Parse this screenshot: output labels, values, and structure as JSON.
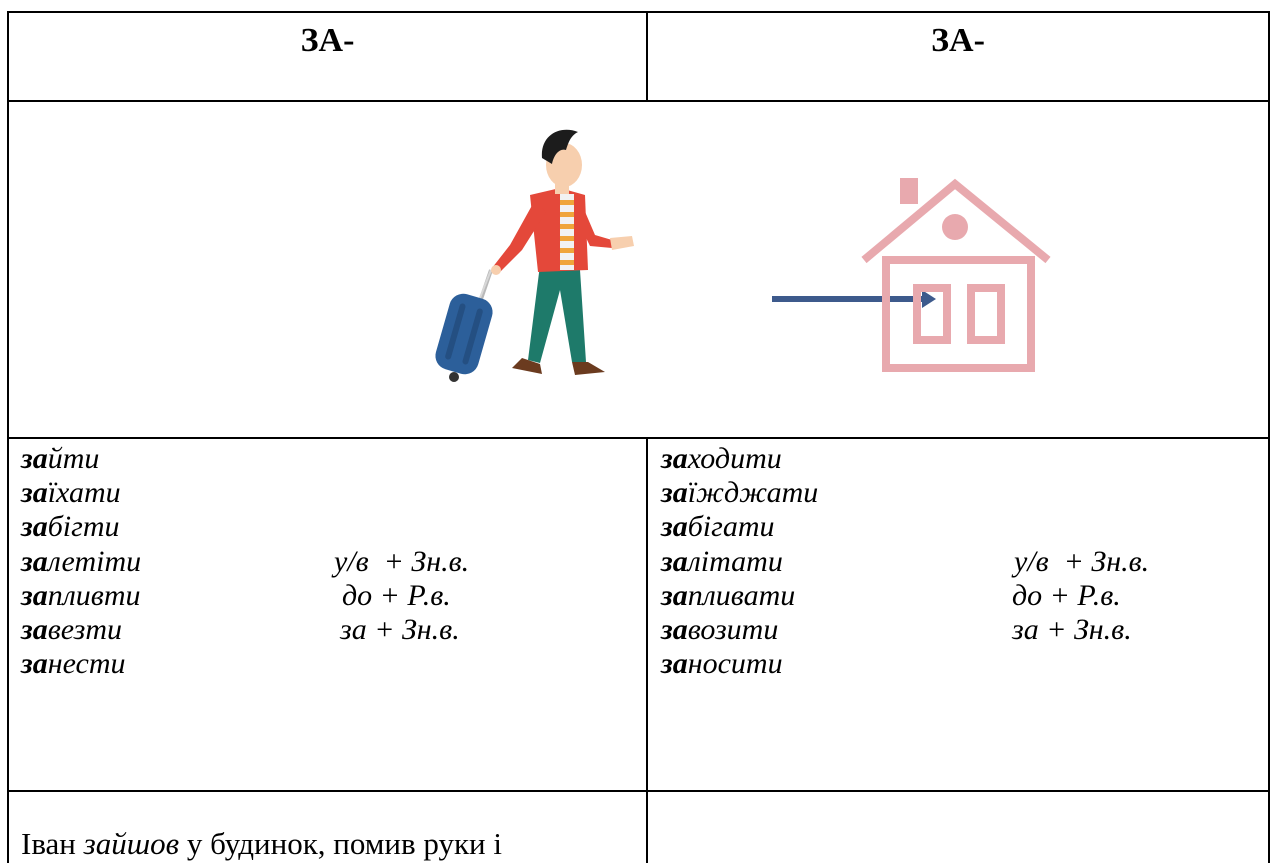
{
  "headers": {
    "left": "ЗА-",
    "right": "ЗА-"
  },
  "illustration": {
    "icons": [
      "traveler-icon",
      "arrow-right-icon",
      "house-icon"
    ],
    "colors": {
      "arrow": "#3d5a8c",
      "house": "#e8a9ae",
      "jacket": "#e4483a",
      "suitcase": "#2c5f9a",
      "pants": "#1e7a6a"
    }
  },
  "left_verbs": [
    {
      "prefix": "за",
      "stem": "йти",
      "gov": ""
    },
    {
      "prefix": "за",
      "stem": "їхати",
      "gov": ""
    },
    {
      "prefix": "за",
      "stem": "бігти",
      "gov": ""
    },
    {
      "prefix": "за",
      "stem": "летіти",
      "gov": "у/в  + Зн.в."
    },
    {
      "prefix": "за",
      "stem": "пливти",
      "gov": "до + Р.в."
    },
    {
      "prefix": "за",
      "stem": "везти",
      "gov": "за + Зн.в."
    },
    {
      "prefix": "за",
      "stem": "нести",
      "gov": ""
    }
  ],
  "right_verbs": [
    {
      "prefix": "за",
      "stem": "ходити",
      "gov": ""
    },
    {
      "prefix": "за",
      "stem": "їжджати",
      "gov": ""
    },
    {
      "prefix": "за",
      "stem": "бігати",
      "gov": ""
    },
    {
      "prefix": "за",
      "stem": "літати",
      "gov": "у/в  + Зн.в."
    },
    {
      "prefix": "за",
      "stem": "пливати",
      "gov": "до + Р.в."
    },
    {
      "prefix": "за",
      "stem": "возити",
      "gov": "за + Зн.в."
    },
    {
      "prefix": "за",
      "stem": "носити",
      "gov": ""
    }
  ],
  "example": {
    "before": "Іван ",
    "verb": "зайшов",
    "after": " у будинок, помив руки і"
  }
}
